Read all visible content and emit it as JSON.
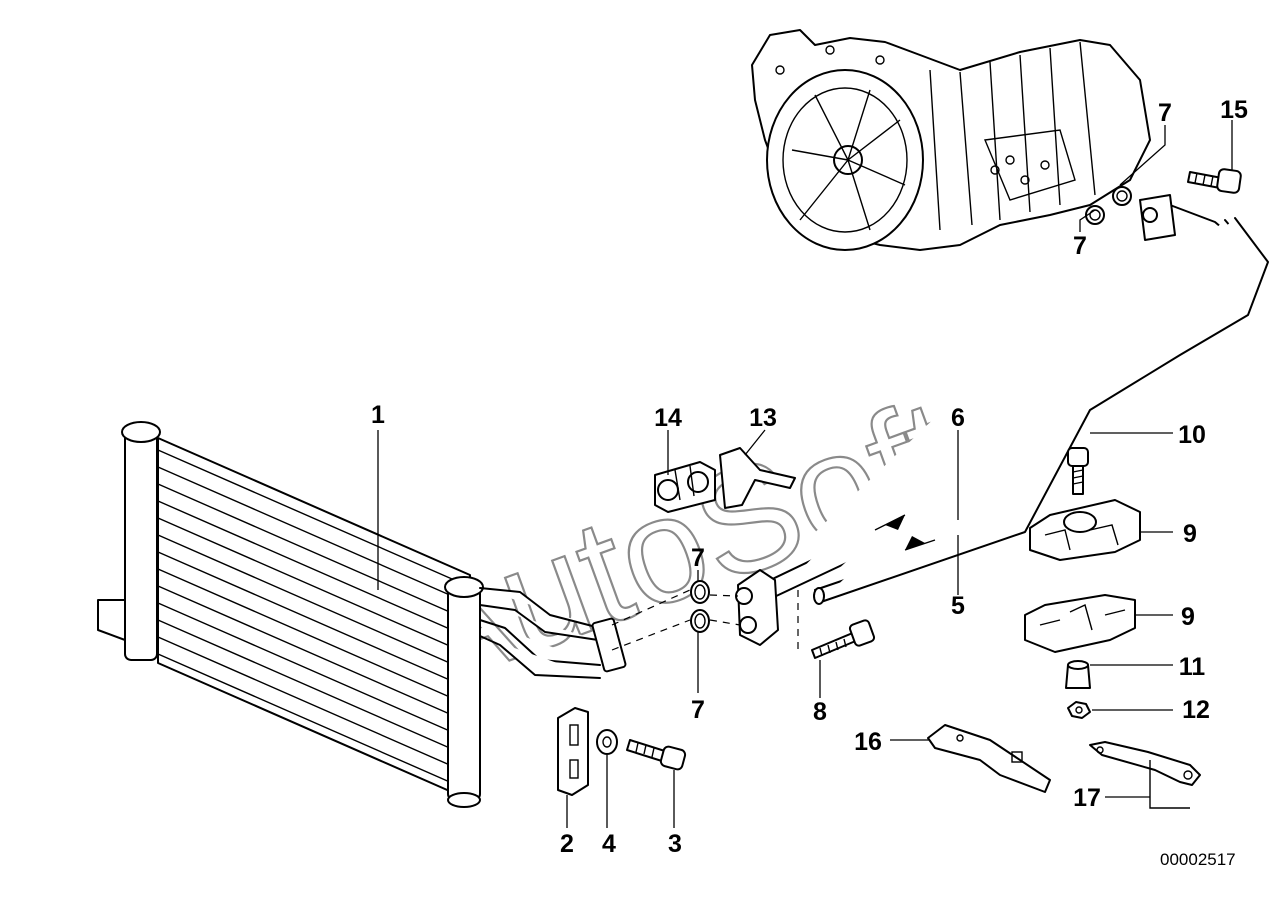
{
  "watermark": "AutoSoft",
  "document_number": "00002517",
  "callouts": {
    "c1": "1",
    "c2": "2",
    "c3": "3",
    "c4": "4",
    "c5": "5",
    "c6": "6",
    "c7a": "7",
    "c7b": "7",
    "c7c": "7",
    "c7d": "7",
    "c8": "8",
    "c9a": "9",
    "c9b": "9",
    "c10": "10",
    "c11": "11",
    "c12": "12",
    "c13": "13",
    "c14": "14",
    "c15": "15",
    "c16": "16",
    "c17": "17"
  }
}
